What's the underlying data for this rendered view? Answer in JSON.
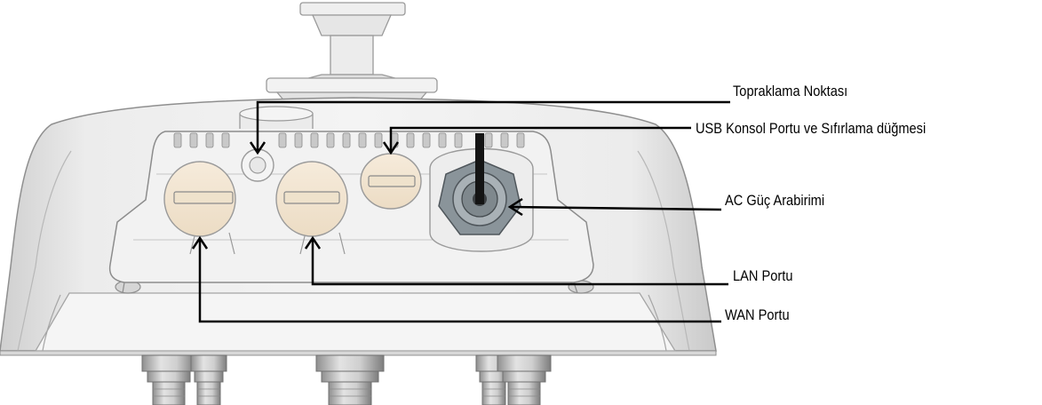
{
  "colors": {
    "housing": "#ebebeb",
    "housing_edge": "#9a9a9a",
    "cap_fill": "#f1e3cf",
    "callout_line": "#000000",
    "label_text": "#000000"
  },
  "callouts": {
    "ground_point": "Topraklama Noktası",
    "usb_console_reset": "USB Konsol Portu ve Sıfırlama düğmesi",
    "ac_power": "AC Güç Arabirimi",
    "lan_port": "LAN Portu",
    "wan_port": "WAN Portu"
  }
}
